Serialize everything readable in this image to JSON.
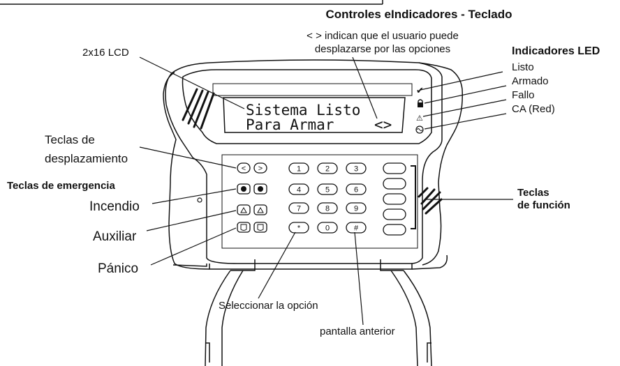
{
  "title": "Controles eIndicadores - Teclado",
  "scroll_note": {
    "line1": "< > indican que el usuario puede",
    "line2": "desplazarse por las opciones"
  },
  "lcd_label": "2x16 LCD",
  "lcd_display": {
    "line1": "Sistema Listo",
    "line2": "Para Armar",
    "arrows": "<>"
  },
  "led_indicators": {
    "heading": "Indicadores LED",
    "items": [
      {
        "label": "Listo",
        "icon": "checkmark-icon",
        "glyph": "✔"
      },
      {
        "label": "Armado",
        "icon": "lock-icon",
        "glyph": "🔒"
      },
      {
        "label": "Fallo",
        "icon": "warning-icon",
        "glyph": "⚠"
      },
      {
        "label": "CA (Red)",
        "icon": "ac-power-icon",
        "glyph": "∿"
      }
    ]
  },
  "scroll_keys": {
    "label_line1": "Teclas de",
    "label_line2": "desplazamiento",
    "left": "<",
    "right": ">"
  },
  "emergency": {
    "heading": "Teclas de emergencia",
    "fire": "Incendio",
    "aux": "Auxiliar",
    "panic": "Pánico"
  },
  "keypad": {
    "rows": [
      [
        "1",
        "2",
        "3"
      ],
      [
        "4",
        "5",
        "6"
      ],
      [
        "7",
        "8",
        "9"
      ],
      [
        "*",
        "0",
        "#"
      ]
    ]
  },
  "function_keys": {
    "label_line1": "Teclas",
    "label_line2": "de función",
    "count": 5
  },
  "select_option": "Seleccionar la opción",
  "previous_screen": "pantalla anterior",
  "colors": {
    "ink": "#111111",
    "background": "#ffffff"
  }
}
